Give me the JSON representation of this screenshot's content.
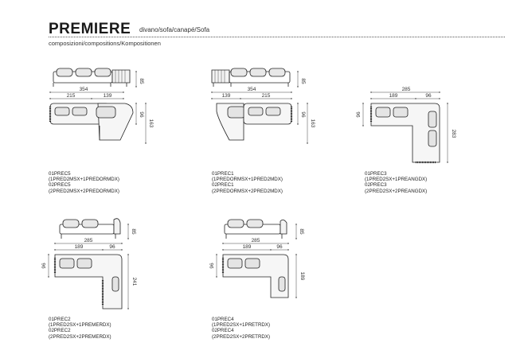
{
  "header": {
    "title": "PREMIERE",
    "subtitle": "divano/sofa/canapé/Sofa",
    "compositions": "composizioni/compositions/Kompositionen"
  },
  "items": [
    {
      "id": "prec5",
      "dims": {
        "total_width": "354",
        "left_width": "215",
        "right_width": "139",
        "height": "85",
        "depth_a": "96",
        "depth_b": "163"
      },
      "codes": [
        "01PREC5",
        "(1PRED2MSX+1PREDORMDX)",
        "02PREC5",
        "(2PRED2MSX+2PREDORMDX)"
      ]
    },
    {
      "id": "prec1",
      "dims": {
        "total_width": "354",
        "left_width": "139",
        "right_width": "215",
        "height": "85",
        "depth_a": "96",
        "depth_b": "163"
      },
      "codes": [
        "01PREC1",
        "(1PREDORMSX+1PRED2MDX)",
        "02PREC1",
        "(2PREDORMSX+2PRED2MDX)"
      ]
    },
    {
      "id": "prec3",
      "dims": {
        "total_width": "285",
        "left_width": "189",
        "right_width": "96",
        "depth_a": "96",
        "depth_b": "283"
      },
      "codes": [
        "01PREC3",
        "(1PRED2SX+1PREANGDX)",
        "02PREC3",
        "(2PRED2SX+2PREANGDX)"
      ]
    },
    {
      "id": "prec2",
      "dims": {
        "total_width": "285",
        "left_width": "189",
        "right_width": "96",
        "height": "85",
        "depth_a": "96",
        "depth_b": "241"
      },
      "codes": [
        "01PREC2",
        "(1PRED2SX+1PREMERDX)",
        "02PREC2",
        "(2PRED2SX+2PREMERDX)"
      ]
    },
    {
      "id": "prec4",
      "dims": {
        "total_width": "285",
        "left_width": "189",
        "right_width": "96",
        "height": "85",
        "depth_a": "96",
        "depth_b": "189"
      },
      "codes": [
        "01PREC4",
        "(1PRED2SX+1PRETRDX)",
        "02PREC4",
        "(2PRED2SX+2PRETRDX)"
      ]
    }
  ]
}
